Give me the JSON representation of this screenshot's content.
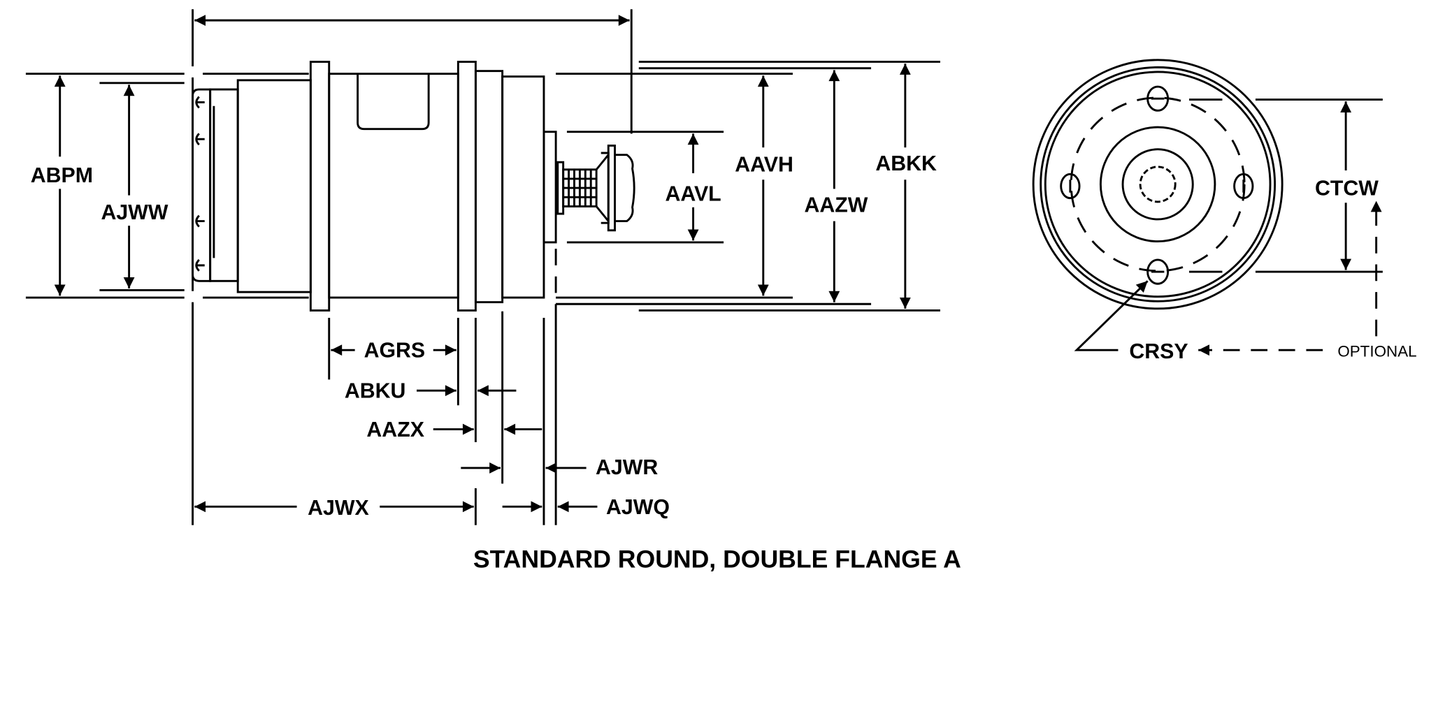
{
  "title": "STANDARD ROUND, DOUBLE FLANGE A",
  "side_view": {
    "labels": {
      "abpm": "ABPM",
      "ajww": "AJWW",
      "aavl": "AAVL",
      "aavh": "AAVH",
      "aazw": "AAZW",
      "abkk": "ABKK",
      "agrs": "AGRS",
      "abku": "ABKU",
      "aazx": "AAZX",
      "ajwr": "AJWR",
      "ajwx": "AJWX",
      "ajwq": "AJWQ"
    }
  },
  "end_view": {
    "labels": {
      "ctcw": "CTCW",
      "crsy": "CRSY",
      "optional": "OPTIONAL"
    }
  }
}
